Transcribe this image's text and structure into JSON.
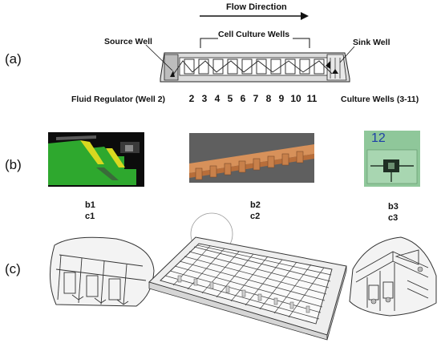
{
  "panel_a": {
    "label": "(a)",
    "flow_direction": "Flow Direction",
    "cell_culture_wells": "Cell Culture Wells",
    "source_well": "Source Well",
    "sink_well": "Sink Well",
    "fluid_regulator": "Fluid Regulator (Well 2)",
    "culture_wells_range": "Culture Wells (3-11)",
    "well_numbers": [
      "2",
      "3",
      "4",
      "5",
      "6",
      "7",
      "8",
      "9",
      "10",
      "11"
    ]
  },
  "panel_b": {
    "label": "(b)",
    "b3_number": "12",
    "captions": {
      "b1": "b1",
      "b2": "b2",
      "b3": "b3"
    }
  },
  "panel_c": {
    "label": "(c)",
    "captions": {
      "c1": "c1",
      "c2": "c2",
      "c3": "c3"
    }
  }
}
